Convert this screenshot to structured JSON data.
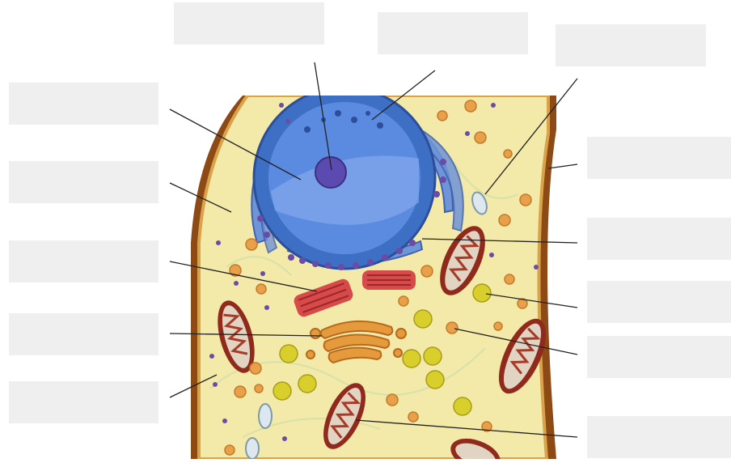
{
  "diagram": {
    "type": "animal-cell-diagram",
    "label_boxes": [
      {
        "id": "top-left",
        "text": ""
      },
      {
        "id": "top-middle",
        "text": ""
      },
      {
        "id": "top-right",
        "text": ""
      },
      {
        "id": "left-1",
        "text": ""
      },
      {
        "id": "left-2",
        "text": ""
      },
      {
        "id": "left-3",
        "text": ""
      },
      {
        "id": "left-4",
        "text": ""
      },
      {
        "id": "left-5",
        "text": ""
      },
      {
        "id": "right-1",
        "text": ""
      },
      {
        "id": "right-2",
        "text": ""
      },
      {
        "id": "right-3",
        "text": ""
      },
      {
        "id": "right-4",
        "text": ""
      },
      {
        "id": "right-5",
        "text": ""
      }
    ]
  },
  "colors": {
    "cytoplasm": "#f3e9a8",
    "membrane": "#c9772f",
    "membrane_outer": "#8e4a14",
    "nucleus": "#4a7fd1",
    "nucleolus": "#5b4bb0",
    "mitochondria": "#c2402e",
    "golgi": "#e59a3c",
    "lysosome": "#e8a14a",
    "vesicle_yellow": "#d8cf2c",
    "ribosome": "#6a4ca6",
    "leader_line": "#222222",
    "label_box": "#efefef"
  }
}
